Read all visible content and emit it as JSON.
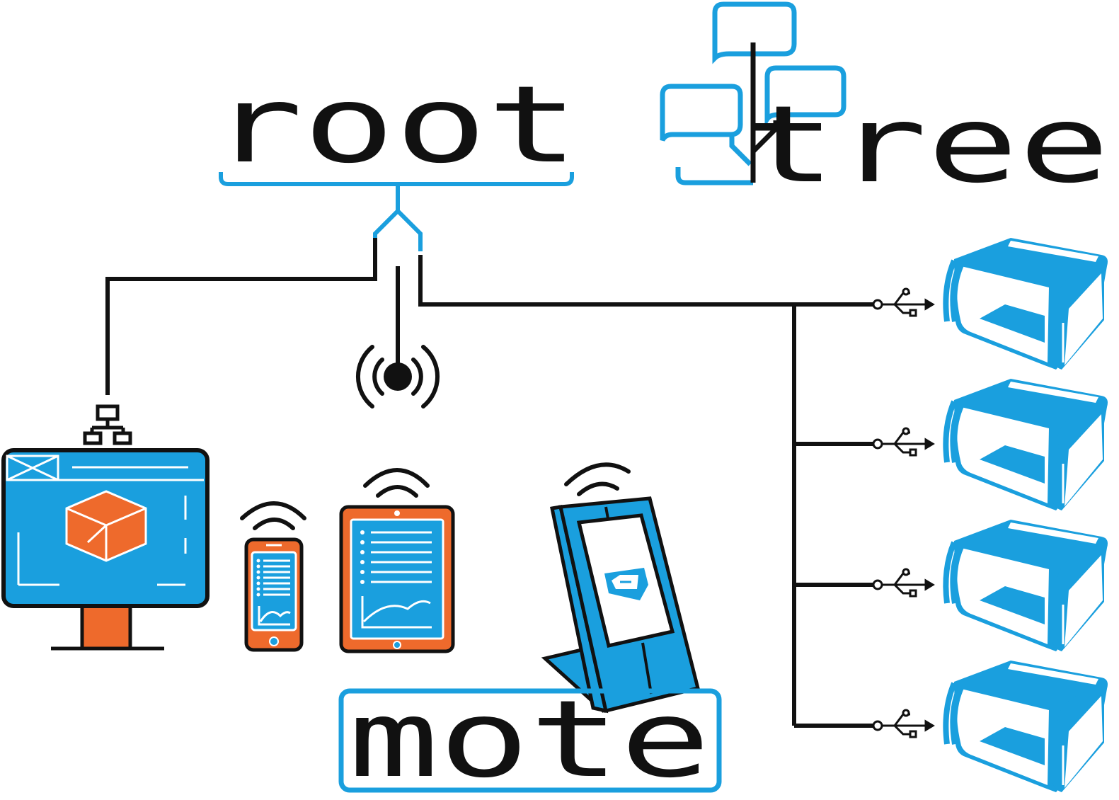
{
  "labels": {
    "root": "root",
    "tree": "tree",
    "mote": "mote"
  },
  "colors": {
    "blue": "#1a9fde",
    "orange": "#ee6a2c",
    "black": "#111111",
    "white": "#ffffff"
  },
  "icons": {
    "router": "network-icon",
    "wireless": "wifi-broadcast-icon",
    "usb": "usb-icon",
    "printer": "3d-printer-icon"
  }
}
